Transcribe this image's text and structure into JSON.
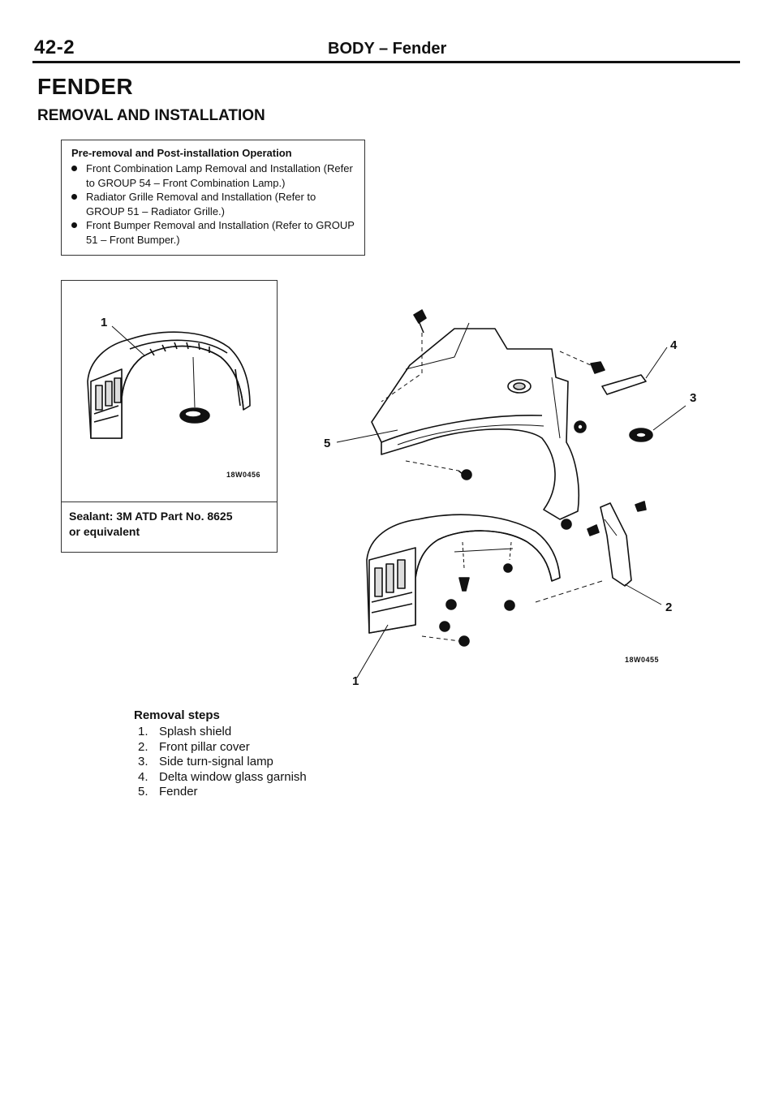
{
  "header": {
    "page_number": "42-2",
    "section": "BODY – Fender"
  },
  "title": "FENDER",
  "subtitle": "REMOVAL AND INSTALLATION",
  "pre_operation": {
    "title": "Pre-removal and Post-installation Operation",
    "items": [
      "Front Combination Lamp Removal and Installation (Refer to GROUP 54 – Front Combination Lamp.)",
      "Radiator Grille Removal and Installation (Refer to GROUP 51 – Radiator Grille.)",
      "Front Bumper Removal and Installation (Refer to GROUP 51 – Front Bumper.)"
    ]
  },
  "detail_figure": {
    "callout": "1",
    "figure_code": "18W0456",
    "note_line1": "Sealant: 3M ATD Part No. 8625",
    "note_line2": "or equivalent"
  },
  "main_figure": {
    "callouts": [
      "1",
      "2",
      "3",
      "4",
      "5"
    ],
    "figure_code": "18W0455"
  },
  "removal_steps": {
    "title": "Removal steps",
    "steps": [
      {
        "num": "1.",
        "label": "Splash shield"
      },
      {
        "num": "2.",
        "label": "Front pillar cover"
      },
      {
        "num": "3.",
        "label": "Side turn-signal lamp"
      },
      {
        "num": "4.",
        "label": "Delta window glass garnish"
      },
      {
        "num": "5.",
        "label": "Fender"
      }
    ]
  }
}
